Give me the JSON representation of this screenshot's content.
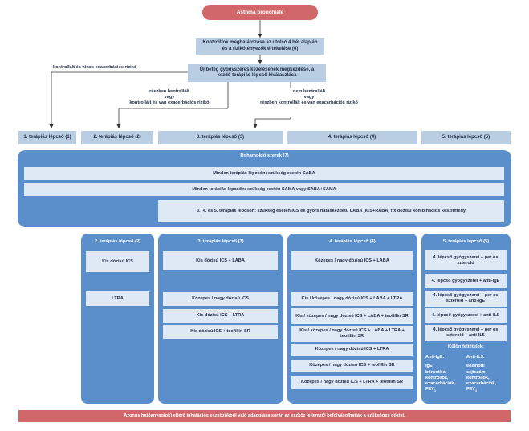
{
  "title": "Asthma bronchiale",
  "control": "Kontrollfok meghatározása az utolsó 4 hét alapján és a rizikótényezők értékelése (6)",
  "new_patient": "Új beteg gyógyszeres kezelésének megkezdése, a kezdő terápiás lépcső kiválasztása",
  "branches": {
    "b1": "kontrollált és nincs exacerbációs rizikó",
    "b2": [
      "részben kontrollált",
      "vagy",
      "kontrollált és van exacerbációs rizikó"
    ],
    "b3": [
      "nem kontrollált",
      "vagy",
      "részben kontrollált és van exacerbációs rizikó"
    ]
  },
  "steps": [
    "1. terápiás lépcső (1)",
    "2. terápiás lépcső (2)",
    "3. terápiás lépcső (3)",
    "4. terápiás lépcső (4)",
    "5. terápiás lépcső (5)"
  ],
  "relief": {
    "title": "Rohamoldó szerek (7)",
    "r1": "Minden terápiás lépcsőn: szükség esetén SABA",
    "r2": "Minden terápiás lépcsőn: szükség esetén SAMA vagy SABA+SAMA",
    "r3": "3., 4. és 5. terápiás lépcsőn: szükség esetén ICS és gyors hatáskezdetű LABA (ICS+RABA) fix dózisú kombinációs készítmény"
  },
  "col2": {
    "title": "2. terápiás lépcső (2)",
    "items": [
      "Kis dózisú ICS",
      "LTRA"
    ]
  },
  "col3": {
    "title": "3. terápiás lépcső (3)",
    "items": [
      "Kis dózisú ICS + LABA",
      "Közepes / nagy dózisú ICS",
      "Kis dózisú ICS + LTRA",
      "Kis dózisú ICS + teofillin SR"
    ]
  },
  "col4": {
    "title": "4. terápiás lépcső (4)",
    "items": [
      "Közepes / nagy dózisú ICS + LABA",
      "Kis / közepes / nagy dózisú ICS + LABA + LTRA",
      "Kis / közepes / nagy dózisú ICS + LABA + teofillin SR",
      "Kis / közepes / nagy dózisú ICS + LABA + LTRA + teofillin SR",
      "Közepes / nagy dózisú ICS + LTRA",
      "Közepes / nagy dózisú ICS + teofillin SR",
      "Közepes / nagy dózisú ICS + LTRA + teofillin SR"
    ]
  },
  "col5": {
    "title": "5. terápiás lépcső (5)",
    "items": [
      "4. lépcső gyógyszerei + per os szteroid",
      "4. lépcső gyógyszerei + anti-IgE",
      "4. lépcső gyógyszerei + per os szteroid + anti-IgE",
      "4. lépcső gyógyszerei + anti-IL5",
      "4. lépcső gyógyszerei + per os szteroid + anti-IL5"
    ],
    "conditions_title": "Külön feltételek:",
    "antiige_title": "Anti-IgE:",
    "antiige_text": [
      "IgE,",
      "bőrpróba,",
      "kontrollok,",
      "exacerbációk,"
    ],
    "antiil5_title": "Anti-IL5:",
    "antiil5_text": [
      "eozinofil",
      "sejtszám,",
      "kontrollok,",
      "exacerbációk,"
    ],
    "fev_base": "FEV",
    "fev_sub": "1"
  },
  "footer": "Azonos hatóanyag(ok) eltérő inhalációs eszközökből való adagolása során az eszköz jellemzői befolyásolhatják a szükséges dózist."
}
